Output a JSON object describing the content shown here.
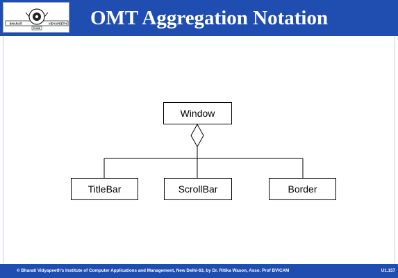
{
  "slide": {
    "title": "OMT Aggregation Notation",
    "logo": {
      "left_text": "BHARATI",
      "right_text": "VIDYAPEETH",
      "bottom_text": "PUNE"
    }
  },
  "diagram": {
    "aggregate": "Window",
    "parts": [
      "TitleBar",
      "ScrollBar",
      "Border"
    ],
    "relationship": "aggregation"
  },
  "footer": {
    "credit": "© Bharati Vidyapeeth's Institute of Computer Applications and Management, New Delhi-63, by Dr. Ritika Wason, Asso. Prof BVICAM",
    "page": "U1.157"
  },
  "colors": {
    "header_bg": "#1f4eb0",
    "title_text": "#ffffff",
    "line": "#000000"
  }
}
